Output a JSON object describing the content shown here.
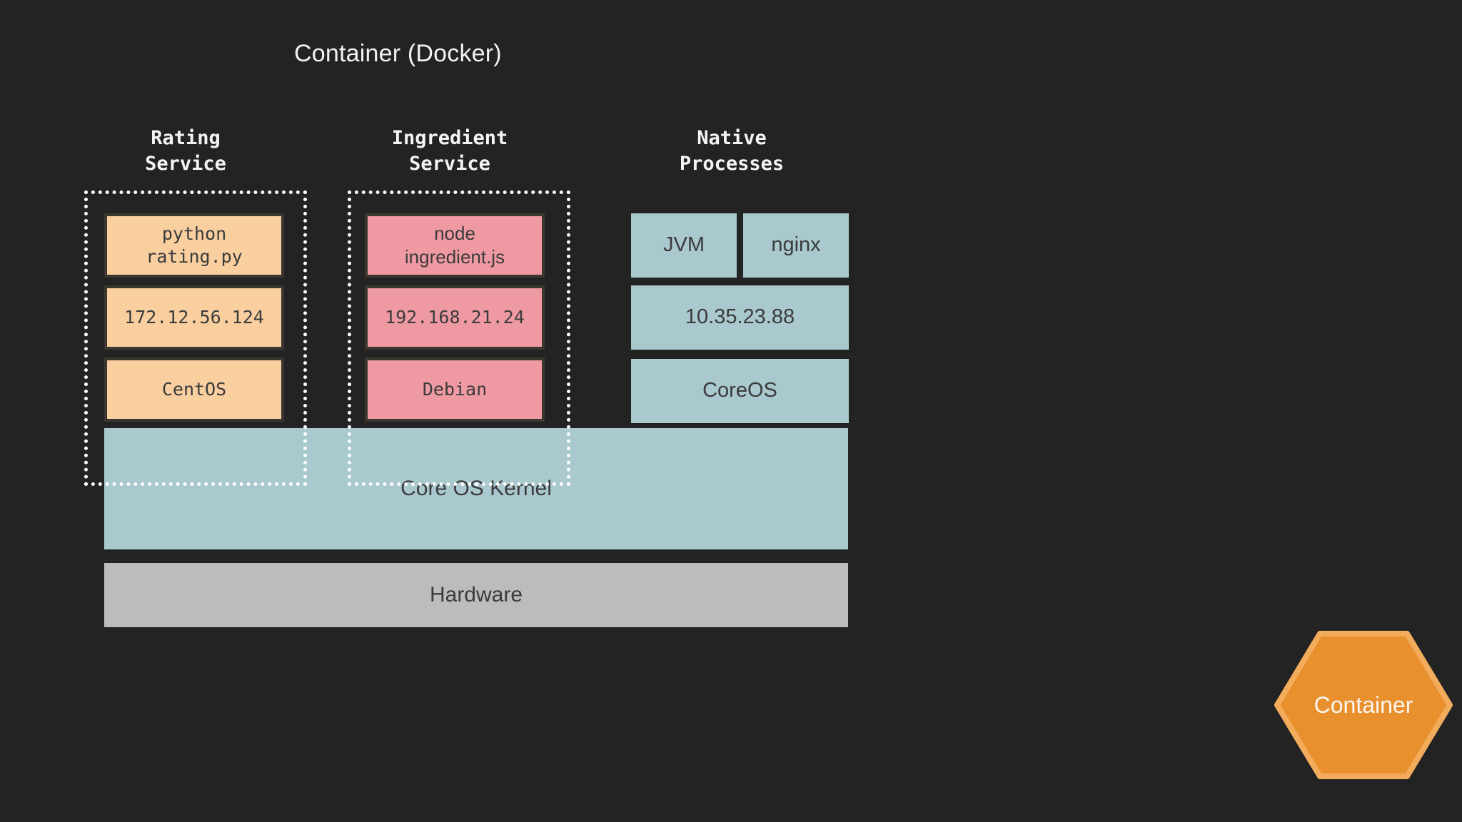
{
  "title": "Container (Docker)",
  "background_color": "#232323",
  "columns": [
    {
      "id": "rating-service",
      "header": "Rating\nService",
      "accent_color": "#f9cfa0"
    },
    {
      "id": "ingredient-service",
      "header": "Ingredient\nService",
      "accent_color": "#ef9aa3"
    },
    {
      "id": "native-processes",
      "header": "Native\nProcesses",
      "accent_color": "#a9c9cf"
    }
  ],
  "rating_service": {
    "process": "python\nrating.py",
    "ip": "172.12.56.124",
    "os": "CentOS"
  },
  "ingredient_service": {
    "process": "node\ningredient.js",
    "ip": "192.168.21.24",
    "os": "Debian"
  },
  "native_processes": {
    "process_jvm": "JVM",
    "process_nginx": "nginx",
    "ip": "10.35.23.88",
    "os": "CoreOS"
  },
  "platform": {
    "kernel": "Core OS Kernel",
    "hardware": "Hardware",
    "kernel_color": "#a9c9cf",
    "hardware_color": "#bcbcbc"
  },
  "badge": {
    "label": "Container",
    "fill_color": "#e8902e",
    "stroke_color": "#f3ab5c"
  }
}
